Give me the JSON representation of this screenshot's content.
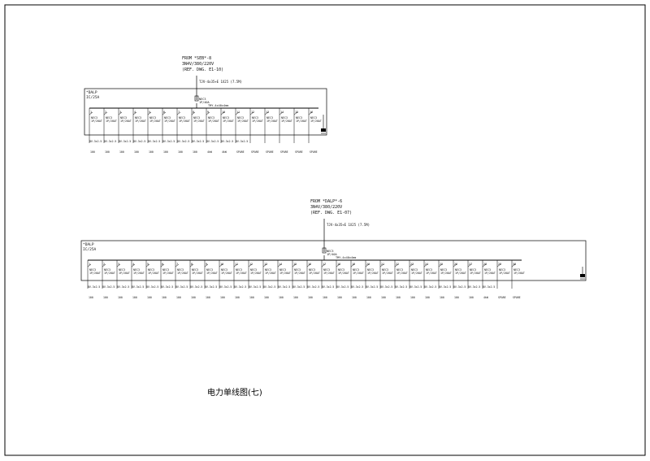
{
  "caption": "电力单线图(七)",
  "panels": [
    {
      "id": "panel-1",
      "source_lines": [
        "FROM *SEB*-8",
        "3N4V/380/220V",
        "(REF. DWG. E1-10)"
      ],
      "feeder_cable": "TJV-4x35+E 1X25 (7.5M)",
      "board_name": "*DALP",
      "board_rating": "IC/25A",
      "main_breaker": [
        "NEC3",
        "1P/40A"
      ],
      "bus_label": "TMY-4x40x4mm",
      "ways": [
        {
          "no": "1",
          "brk": [
            "NEC3",
            "1P/20AT"
          ],
          "cable": "BV-3x2.5",
          "load": "100"
        },
        {
          "no": "2",
          "brk": [
            "NEC3",
            "1P/20AT"
          ],
          "cable": "BV-3x2.5",
          "load": "100"
        },
        {
          "no": "3",
          "brk": [
            "NEC3",
            "1P/20AT"
          ],
          "cable": "BV-3x2.5",
          "load": "100"
        },
        {
          "no": "4",
          "brk": [
            "NEC3",
            "1P/20AT"
          ],
          "cable": "BV-3x2.5",
          "load": "100"
        },
        {
          "no": "5",
          "brk": [
            "NEC3",
            "1P/20AT"
          ],
          "cable": "BV-3x2.5",
          "load": "100"
        },
        {
          "no": "6",
          "brk": [
            "NEC3",
            "1P/20AT"
          ],
          "cable": "BV-3x2.5",
          "load": "100"
        },
        {
          "no": "7",
          "brk": [
            "NEC3",
            "1P/20AT"
          ],
          "cable": "BV-3x2.5",
          "load": "100"
        },
        {
          "no": "8",
          "brk": [
            "NEC3",
            "1P/20AT"
          ],
          "cable": "BV-3x2.5",
          "load": "100"
        },
        {
          "no": "9",
          "brk": [
            "NEC3",
            "1P/20AT"
          ],
          "cable": "BV-3x2.5",
          "load": "4kW"
        },
        {
          "no": "10",
          "brk": [
            "NEC3",
            "1P/20AT"
          ],
          "cable": "BV-3x2.5",
          "load": "4kW"
        },
        {
          "no": "11",
          "brk": [
            "NEC3",
            "1P/20AT"
          ],
          "cable": "BV-3x2.5",
          "load": "SPARE"
        },
        {
          "no": "12",
          "brk": [
            "NEC3",
            "1P/20AT"
          ],
          "cable": "",
          "load": "SPARE"
        },
        {
          "no": "13",
          "brk": [
            "NEC3",
            "1P/20AT"
          ],
          "cable": "",
          "load": "SPARE"
        },
        {
          "no": "14",
          "brk": [
            "NEC3",
            "1P/20AT"
          ],
          "cable": "",
          "load": "SPARE"
        },
        {
          "no": "15",
          "brk": [
            "NEC3",
            "1P/20AT"
          ],
          "cable": "",
          "load": "SPARE"
        },
        {
          "no": "16",
          "brk": [
            "NEC3",
            "1P/20AT"
          ],
          "cable": "",
          "load": "SPARE"
        }
      ]
    },
    {
      "id": "panel-2",
      "source_lines": [
        "FROM *DALP*-6",
        "3N4V/380/220V",
        "(REF. DWG. E1-07)"
      ],
      "feeder_cable": "TJV-4x35+E 1X25 (7.5M)",
      "board_name": "*DALP",
      "board_rating": "IC/25A",
      "main_breaker": [
        "NEC3",
        "1P/40A"
      ],
      "bus_label": "TMY-4x40x4mm",
      "ways": [
        {
          "no": "1",
          "brk": [
            "NEC3",
            "1P/20AT"
          ],
          "cable": "BV-3x2.5",
          "load": "100"
        },
        {
          "no": "2",
          "brk": [
            "NEC3",
            "1P/20AT"
          ],
          "cable": "BV-3x2.5",
          "load": "100"
        },
        {
          "no": "3",
          "brk": [
            "NEC3",
            "1P/20AT"
          ],
          "cable": "BV-3x2.5",
          "load": "100"
        },
        {
          "no": "4",
          "brk": [
            "NEC3",
            "1P/20AT"
          ],
          "cable": "BV-3x2.5",
          "load": "100"
        },
        {
          "no": "5",
          "brk": [
            "NEC3",
            "1P/20AT"
          ],
          "cable": "BV-3x2.5",
          "load": "100"
        },
        {
          "no": "6",
          "brk": [
            "NEC3",
            "1P/20AT"
          ],
          "cable": "BV-3x2.5",
          "load": "100"
        },
        {
          "no": "7",
          "brk": [
            "NEC3",
            "1P/20AT"
          ],
          "cable": "BV-3x2.5",
          "load": "100"
        },
        {
          "no": "8",
          "brk": [
            "NEC3",
            "1P/20AT"
          ],
          "cable": "BV-3x2.5",
          "load": "100"
        },
        {
          "no": "9",
          "brk": [
            "NEC3",
            "1P/20AT"
          ],
          "cable": "BV-3x2.5",
          "load": "100"
        },
        {
          "no": "10",
          "brk": [
            "NEC3",
            "1P/20AT"
          ],
          "cable": "BV-3x2.5",
          "load": "100"
        },
        {
          "no": "11",
          "brk": [
            "NEC3",
            "1P/20AT"
          ],
          "cable": "BV-3x2.5",
          "load": "100"
        },
        {
          "no": "12",
          "brk": [
            "NEC3",
            "1P/20AT"
          ],
          "cable": "BV-3x2.5",
          "load": "100"
        },
        {
          "no": "13",
          "brk": [
            "NEC3",
            "1P/20AT"
          ],
          "cable": "BV-3x2.5",
          "load": "100"
        },
        {
          "no": "14",
          "brk": [
            "NEC3",
            "1P/20AT"
          ],
          "cable": "BV-3x2.5",
          "load": "100"
        },
        {
          "no": "15",
          "brk": [
            "NEC3",
            "1P/20AT"
          ],
          "cable": "BV-3x2.5",
          "load": "100"
        },
        {
          "no": "16",
          "brk": [
            "NEC3",
            "1P/20AT"
          ],
          "cable": "BV-3x2.5",
          "load": "100"
        },
        {
          "no": "17",
          "brk": [
            "NEC3",
            "1P/20AT"
          ],
          "cable": "BV-3x2.5",
          "load": "100"
        },
        {
          "no": "18",
          "brk": [
            "NEC3",
            "1P/20AT"
          ],
          "cable": "BV-3x2.5",
          "load": "100"
        },
        {
          "no": "19",
          "brk": [
            "NEC3",
            "1P/20AT"
          ],
          "cable": "BV-3x2.5",
          "load": "100"
        },
        {
          "no": "20",
          "brk": [
            "NEC3",
            "1P/20AT"
          ],
          "cable": "BV-3x2.5",
          "load": "100"
        },
        {
          "no": "21",
          "brk": [
            "NEC3",
            "1P/20AT"
          ],
          "cable": "BV-3x2.5",
          "load": "100"
        },
        {
          "no": "22",
          "brk": [
            "NEC3",
            "1P/20AT"
          ],
          "cable": "BV-3x2.5",
          "load": "100"
        },
        {
          "no": "23",
          "brk": [
            "NEC3",
            "1P/20AT"
          ],
          "cable": "BV-3x2.5",
          "load": "100"
        },
        {
          "no": "24",
          "brk": [
            "NEC3",
            "1P/20AT"
          ],
          "cable": "BV-3x2.5",
          "load": "100"
        },
        {
          "no": "25",
          "brk": [
            "NEC3",
            "1P/20AT"
          ],
          "cable": "BV-3x2.5",
          "load": "100"
        },
        {
          "no": "26",
          "brk": [
            "NEC3",
            "1P/20AT"
          ],
          "cable": "BV-3x2.5",
          "load": "100"
        },
        {
          "no": "27",
          "brk": [
            "NEC3",
            "1P/20AT"
          ],
          "cable": "BV-3x2.5",
          "load": "100"
        },
        {
          "no": "28",
          "brk": [
            "NEC3",
            "1P/20AT"
          ],
          "cable": "BV-3x2.5",
          "load": "4kW"
        },
        {
          "no": "29",
          "brk": [
            "NEC3",
            "1P/20AT"
          ],
          "cable": "",
          "load": "SPARE"
        },
        {
          "no": "30",
          "brk": [
            "NEC3",
            "1P/20AT"
          ],
          "cable": "",
          "load": "SPARE"
        }
      ]
    }
  ]
}
